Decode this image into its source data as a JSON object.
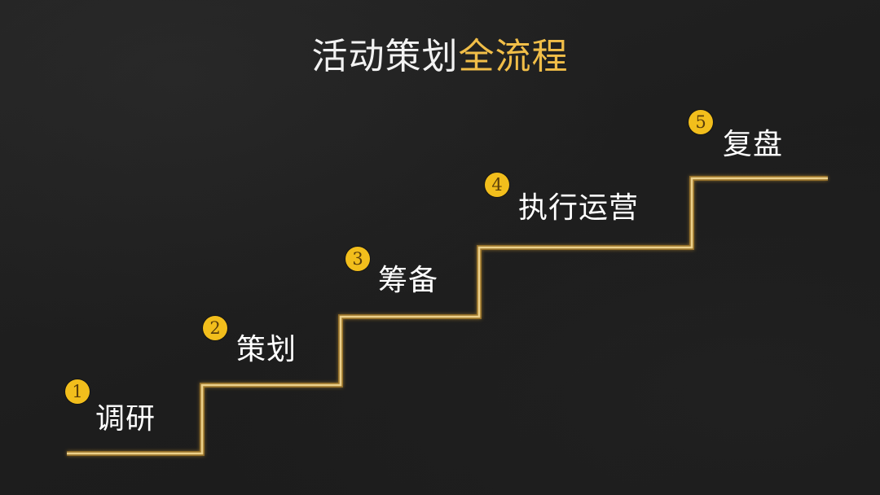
{
  "title": {
    "part1": "活动策划",
    "part2": "全流程",
    "part1_color": "#f2f2f2",
    "part2_color": "#f1be48"
  },
  "colors": {
    "background": "#1f1f1f",
    "stair_line": "#e8c46a",
    "badge_fill": "#f2be1c",
    "badge_text": "#5a3e0a",
    "label_text": "#ffffff"
  },
  "steps": [
    {
      "number": "1",
      "label": "调研"
    },
    {
      "number": "2",
      "label": "策划"
    },
    {
      "number": "3",
      "label": "筹备"
    },
    {
      "number": "4",
      "label": "执行运营"
    },
    {
      "number": "5",
      "label": "复盘"
    }
  ]
}
